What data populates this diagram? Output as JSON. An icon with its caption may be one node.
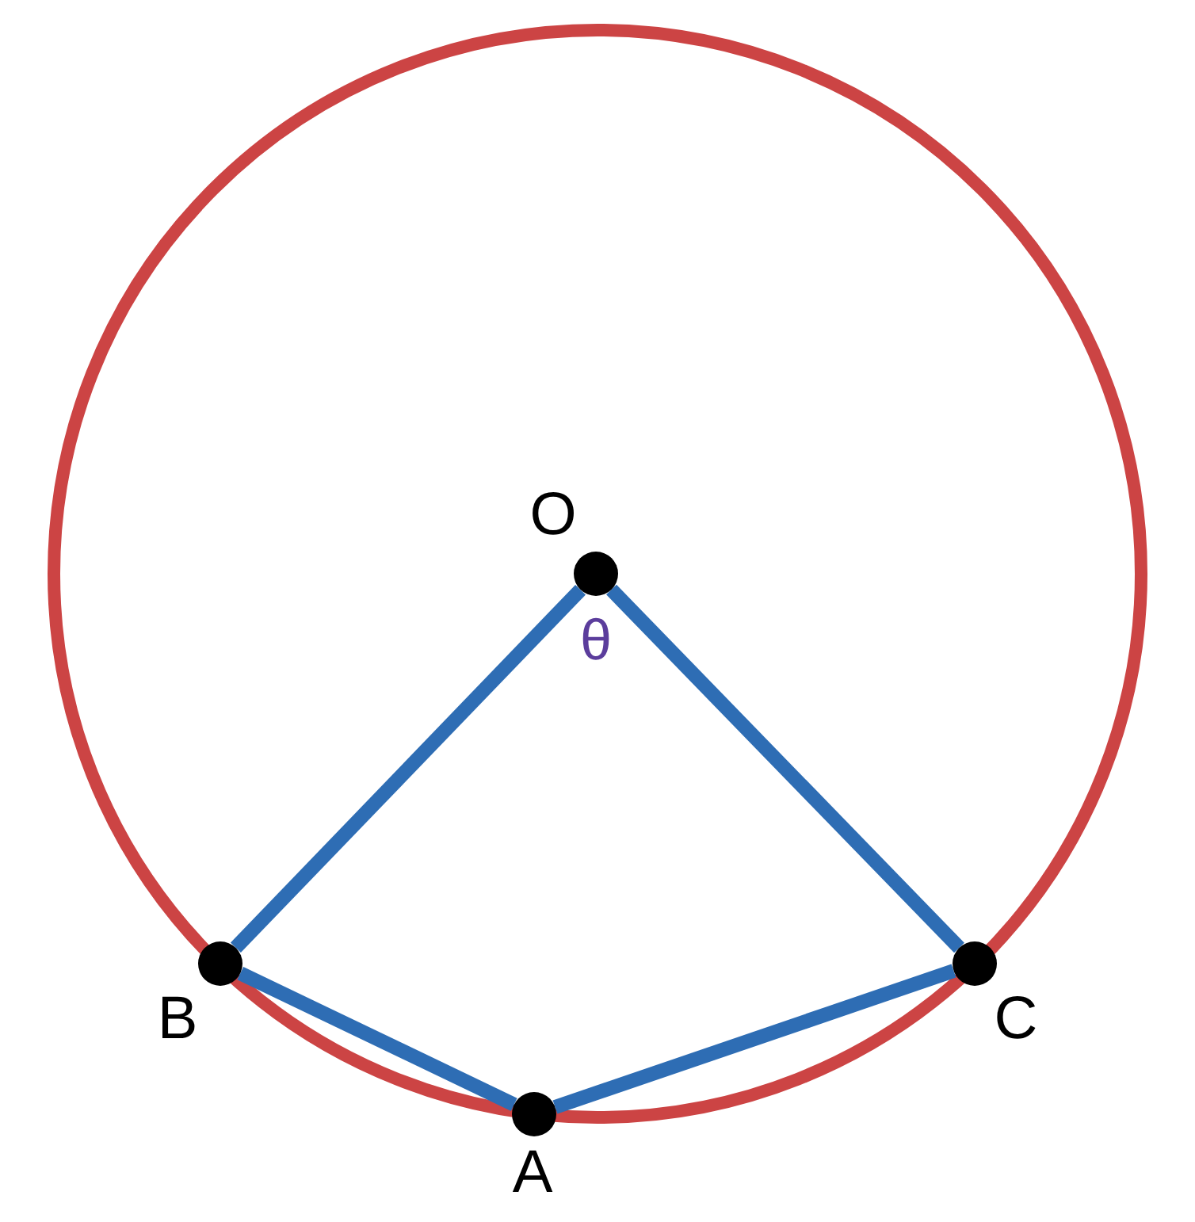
{
  "diagram": {
    "nodes": [
      {
        "text": [],
        "shape": "circle"
      },
      {
        "text": [],
        "shape": "circle",
        "beside": [
          "O"
        ],
        "in": 0
      },
      {
        "text": [],
        "shape": "circle",
        "beside": [
          "B"
        ],
        "in": 0
      },
      {
        "text": [],
        "shape": "circle",
        "beside": [
          "A"
        ],
        "in": 0
      },
      {
        "text": [],
        "shape": "circle",
        "beside": [
          "C"
        ],
        "in": 0
      }
    ],
    "edges": [
      {
        "from": 1,
        "to": 2,
        "arrow": "none"
      },
      {
        "from": 1,
        "to": 4,
        "arrow": "none"
      },
      {
        "from": 2,
        "to": 3,
        "arrow": "none"
      },
      {
        "from": 3,
        "to": 4,
        "arrow": "none"
      }
    ],
    "labels": [
      "θ"
    ]
  }
}
